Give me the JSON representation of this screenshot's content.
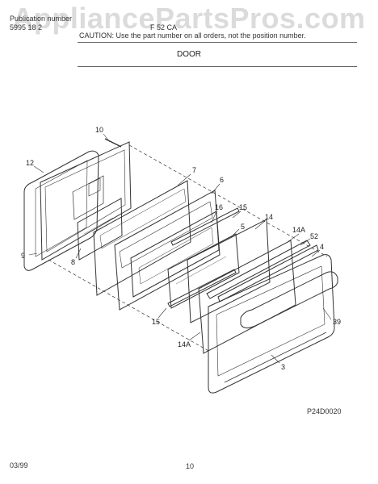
{
  "header": {
    "publication_label": "Publication number",
    "publication_number": "5995 18 2",
    "model": "F 52 CA",
    "caution": "CAUTION: Use the part number on all orders, not the position number."
  },
  "watermark": "AppliancePartsPros.com",
  "section_title": "DOOR",
  "callouts": {
    "c10": "10",
    "c12": "12",
    "c7": "7",
    "c6": "6",
    "c16": "16",
    "c15a": "15",
    "c14": "14",
    "c14a_top": "14A",
    "c52": "52",
    "c5": "5",
    "c4": "4",
    "c9": "9",
    "c8": "8",
    "c15b": "15",
    "c14a_bot": "14A",
    "c39": "39",
    "c3": "3"
  },
  "diagram_code": "P24D0020",
  "footer": {
    "date": "03/99",
    "page": "10"
  }
}
